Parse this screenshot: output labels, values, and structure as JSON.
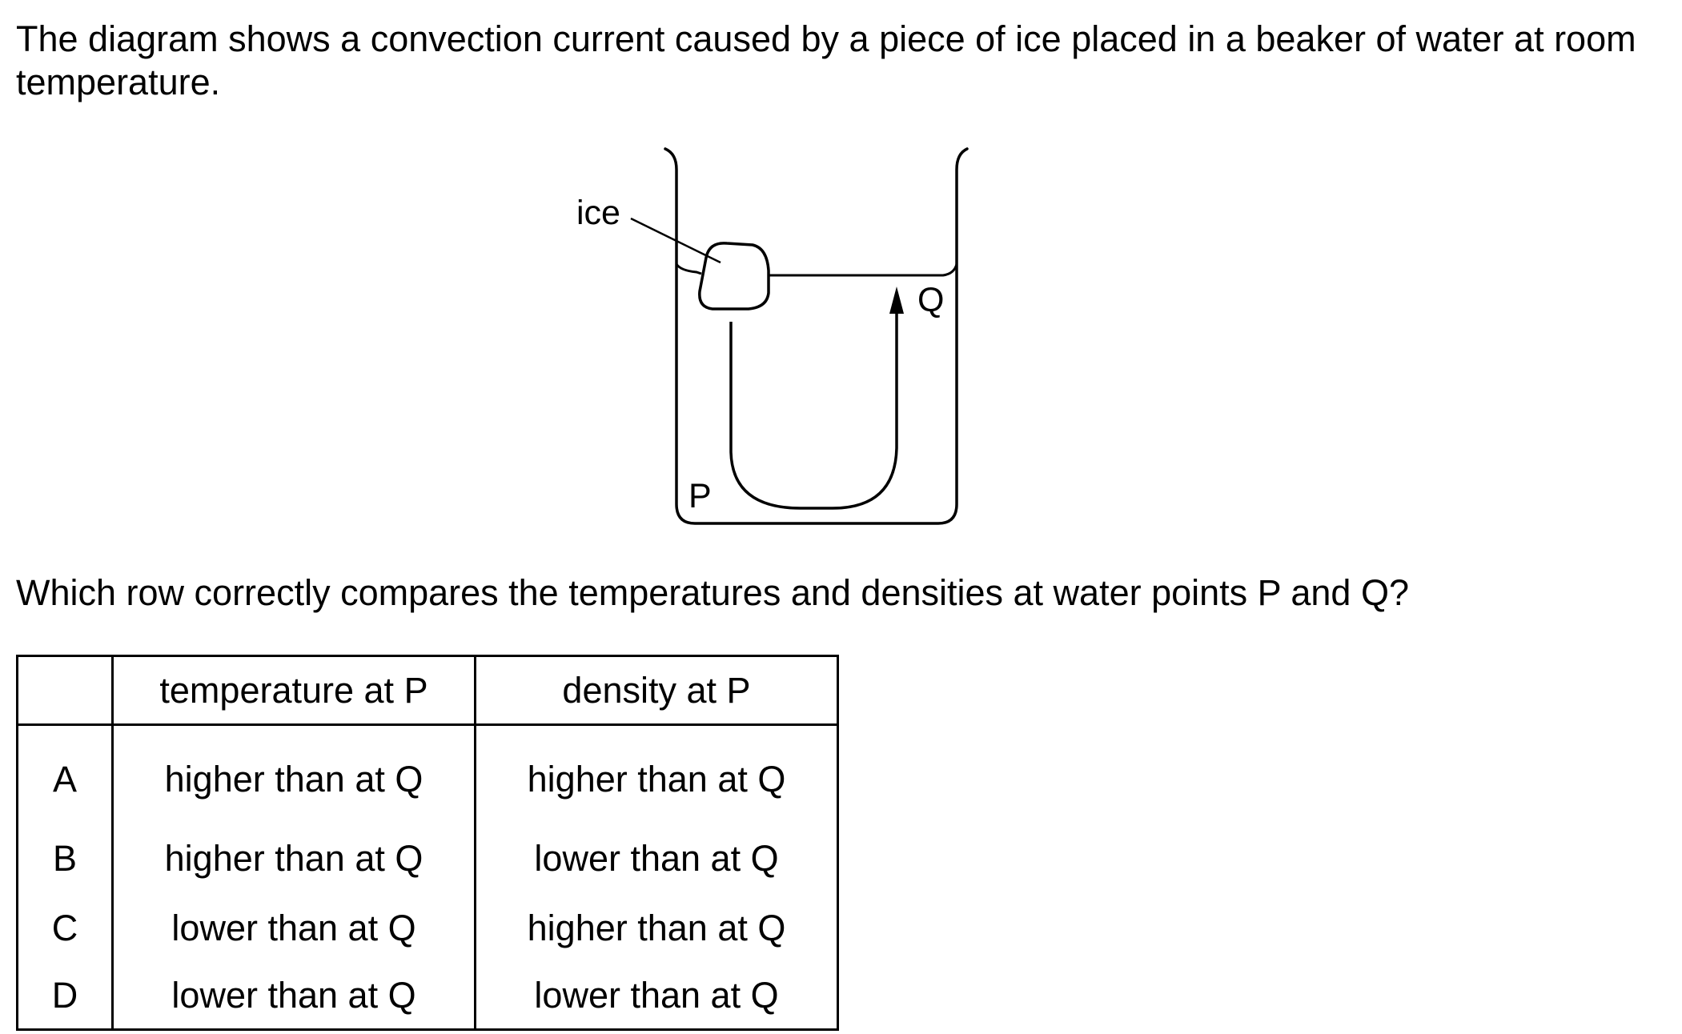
{
  "question": {
    "intro": "The diagram shows a convection current caused by a piece of ice placed in a beaker of water at room temperature.",
    "prompt": "Which row correctly compares the temperatures and densities at water points P and Q?"
  },
  "diagram": {
    "ice_label": "ice",
    "point_p_label": "P",
    "point_q_label": "Q"
  },
  "table": {
    "headers": [
      "",
      "temperature at P",
      "density at P"
    ],
    "rows": [
      {
        "letter": "A",
        "temperature": "higher than at Q",
        "density": "higher than at Q"
      },
      {
        "letter": "B",
        "temperature": "higher than at Q",
        "density": "lower than at Q"
      },
      {
        "letter": "C",
        "temperature": "lower than at Q",
        "density": "higher than at Q"
      },
      {
        "letter": "D",
        "temperature": "lower than at Q",
        "density": "lower than at Q"
      }
    ]
  }
}
